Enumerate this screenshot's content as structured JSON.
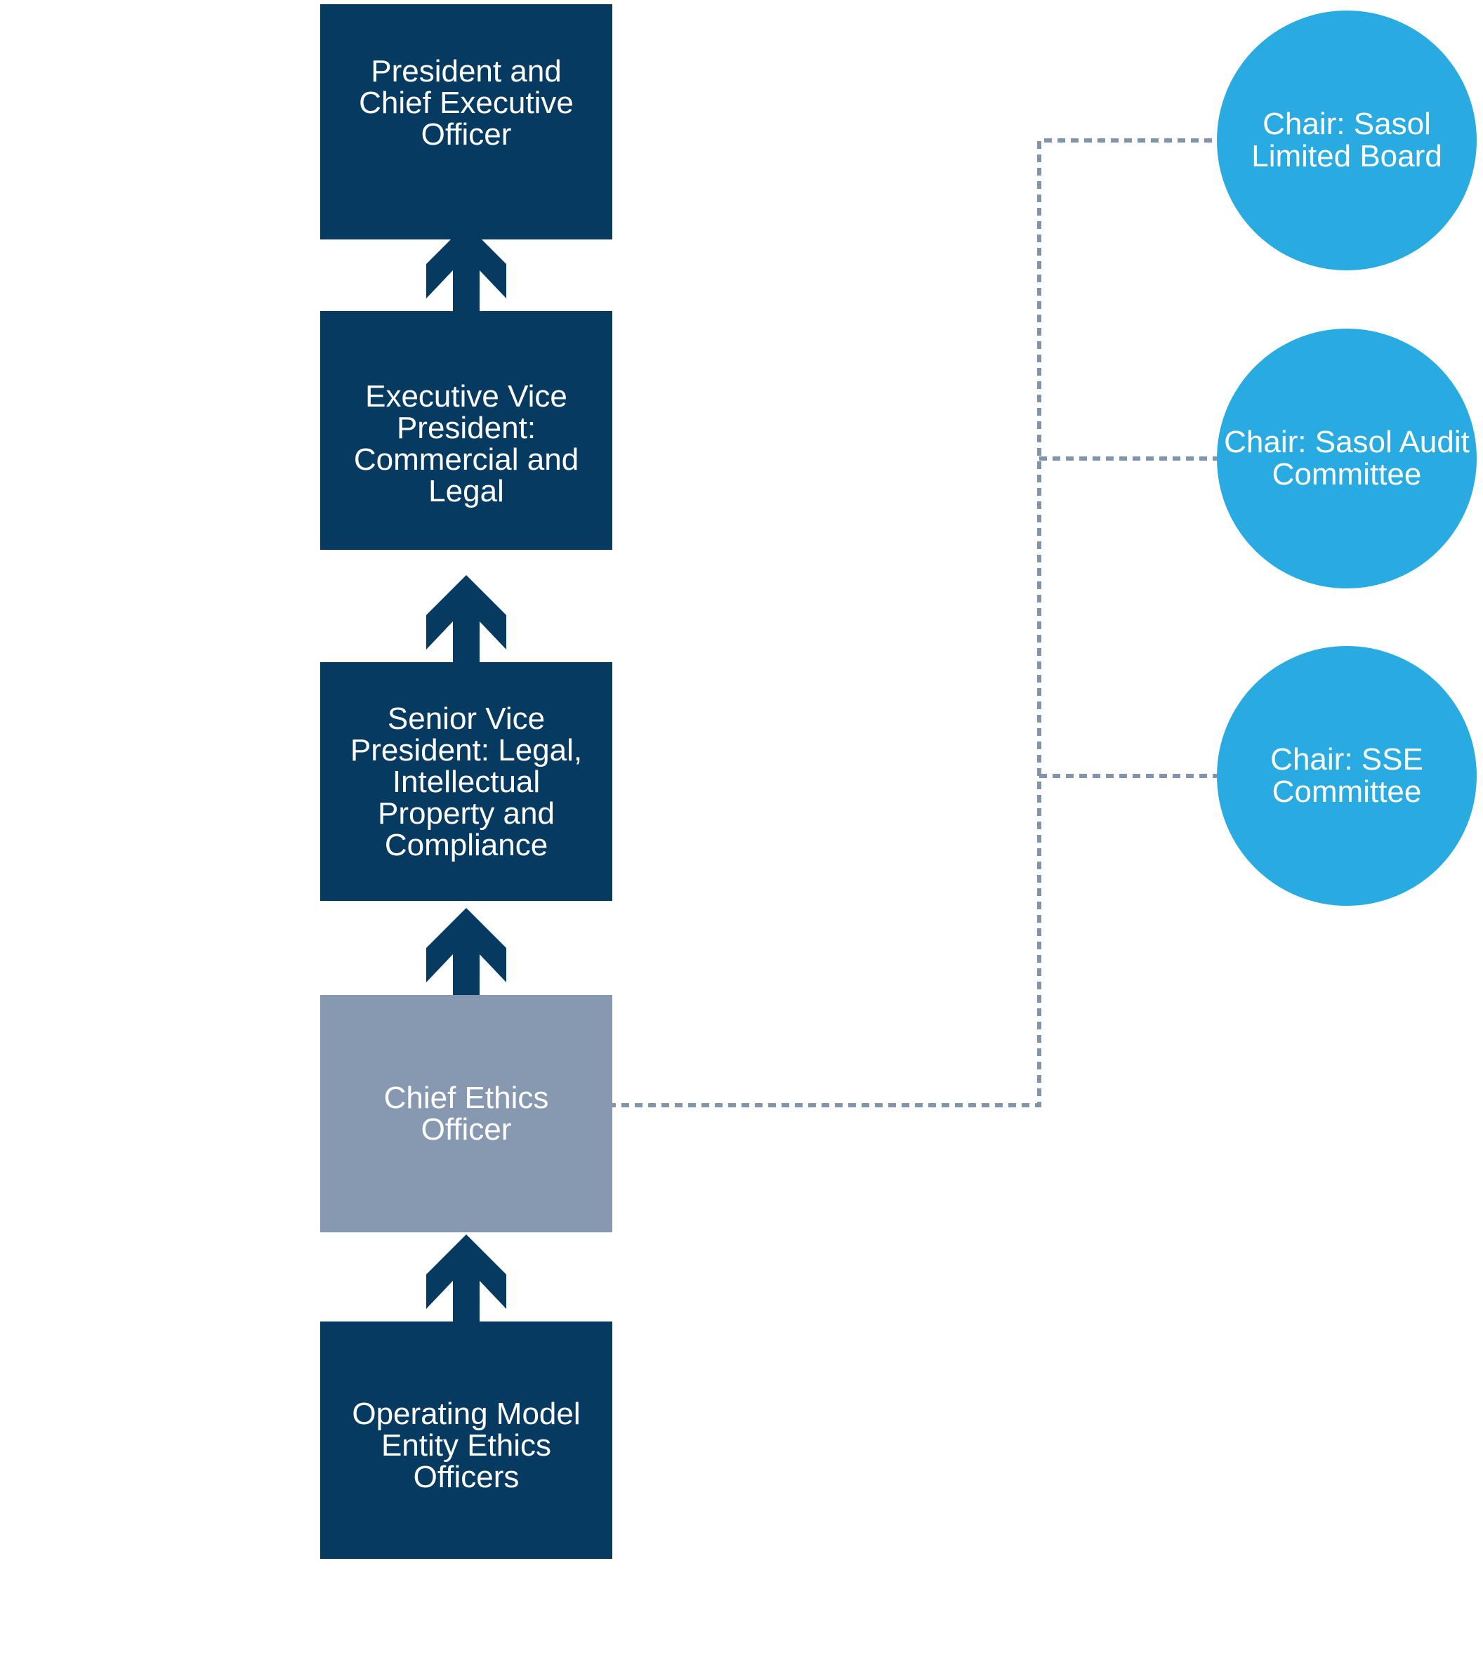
{
  "diagram": {
    "boxes": [
      {
        "id": "president-ceo",
        "label": "President and\nChief Executive\nOfficer",
        "variant": "navy"
      },
      {
        "id": "evp-commercial-legal",
        "label": "Executive Vice\nPresident:\nCommercial and\nLegal",
        "variant": "navy"
      },
      {
        "id": "svp-legal-ip-compliance",
        "label": "Senior Vice\nPresident: Legal,\nIntellectual\nProperty and\nCompliance",
        "variant": "navy"
      },
      {
        "id": "chief-ethics-officer",
        "label": "Chief Ethics\nOfficer",
        "variant": "gray"
      },
      {
        "id": "operating-model-entity-ethics-officers",
        "label": "Operating Model\nEntity Ethics\nOfficers",
        "variant": "navy"
      }
    ],
    "committees": [
      {
        "id": "sasol-limited-board",
        "label": "Chair: Sasol\nLimited Board"
      },
      {
        "id": "sasol-audit-committee",
        "label": "Chair: Sasol Audit\nCommittee"
      },
      {
        "id": "sse-committee",
        "label": "Chair: SSE\nCommittee"
      }
    ],
    "colors": {
      "navy": "#073a61",
      "circle_blue": "#29abe2",
      "gray_box": "#8799b1",
      "dashed_line": "#8294ac",
      "text": "#ffffff"
    }
  }
}
